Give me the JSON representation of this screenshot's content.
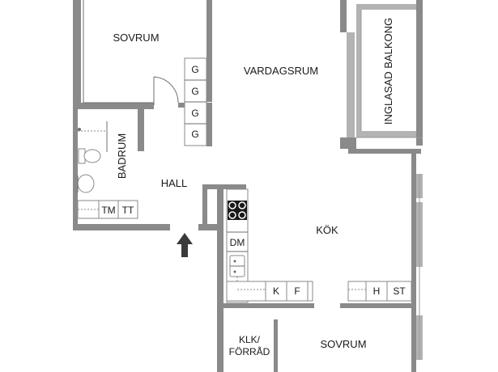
{
  "rooms": {
    "bedroom_top": "SOVRUM",
    "living_room": "VARDAGSRUM",
    "glazed_balcony": "INGLASAD BALKONG",
    "bathroom": "BADRUM",
    "hall": "HALL",
    "kitchen": "KÖK",
    "closet_line1": "KLK/",
    "closet_line2": "FÖRRÅD",
    "bedroom_bottom": "SOVRUM"
  },
  "wardrobes": [
    "G",
    "G",
    "G",
    "G"
  ],
  "bathroom_appliances": {
    "washer": "TM",
    "dryer": "TT"
  },
  "kitchen_units": {
    "dishwasher": "DM",
    "fridge": "K",
    "freezer": "F"
  },
  "right_units": {
    "h": "H",
    "st": "ST"
  },
  "colors": {
    "wall": "#8a8a8a",
    "wall_light": "#b3b3b3",
    "text": "#1a1a1a"
  },
  "icons": {
    "entrance": "up-arrow-icon"
  }
}
